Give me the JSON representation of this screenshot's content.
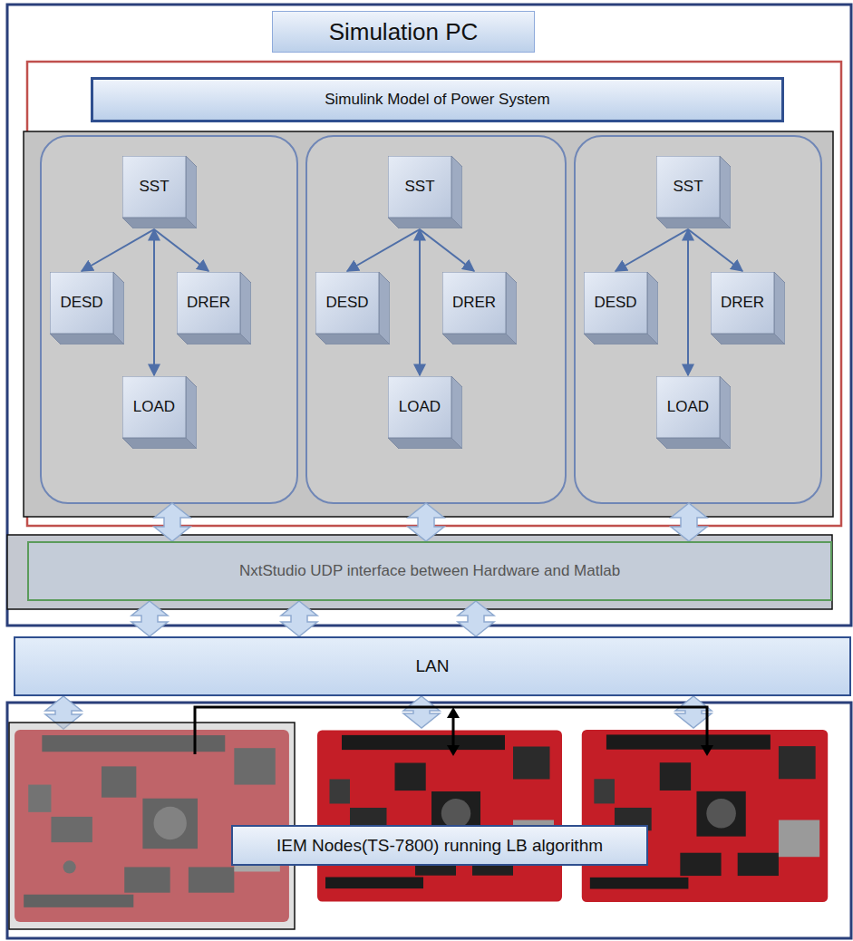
{
  "diagram": {
    "nodes": [
      {
        "text": [
          "Simulation PC"
        ]
      },
      {
        "text": [
          "Simulink Model of Power System"
        ]
      },
      {
        "text": [
          "SST"
        ]
      },
      {
        "text": [
          "DESD"
        ]
      },
      {
        "text": [
          "DRER"
        ]
      },
      {
        "text": [
          "LOAD"
        ]
      },
      {
        "text": [
          "SST"
        ]
      },
      {
        "text": [
          "DESD"
        ]
      },
      {
        "text": [
          "DRER"
        ]
      },
      {
        "text": [
          "LOAD"
        ]
      },
      {
        "text": [
          "SST"
        ]
      },
      {
        "text": [
          "DESD"
        ]
      },
      {
        "text": [
          "DRER"
        ]
      },
      {
        "text": [
          "LOAD"
        ]
      },
      {
        "text": [
          "NxtStudio UDP interface between Hardware and Matlab"
        ]
      },
      {
        "text": [
          "LAN"
        ]
      },
      {
        "text": [
          "IEM Nodes(TS-7800) running LB algorithm"
        ]
      }
    ],
    "edges": [
      {
        "from": 2,
        "to": 3,
        "arrow": "to"
      },
      {
        "from": 2,
        "to": 4,
        "arrow": "to"
      },
      {
        "from": 2,
        "to": 5,
        "arrow": "both"
      },
      {
        "from": 6,
        "to": 7,
        "arrow": "to"
      },
      {
        "from": 6,
        "to": 8,
        "arrow": "to"
      },
      {
        "from": 6,
        "to": 9,
        "arrow": "both"
      },
      {
        "from": 10,
        "to": 11,
        "arrow": "to"
      },
      {
        "from": 10,
        "to": 12,
        "arrow": "to"
      },
      {
        "from": 10,
        "to": 13,
        "arrow": "both"
      },
      {
        "from": 14,
        "to": 15,
        "arrow": "both"
      },
      {
        "from": 14,
        "to": 15,
        "arrow": "both"
      },
      {
        "from": 14,
        "to": 15,
        "arrow": "both"
      }
    ]
  }
}
